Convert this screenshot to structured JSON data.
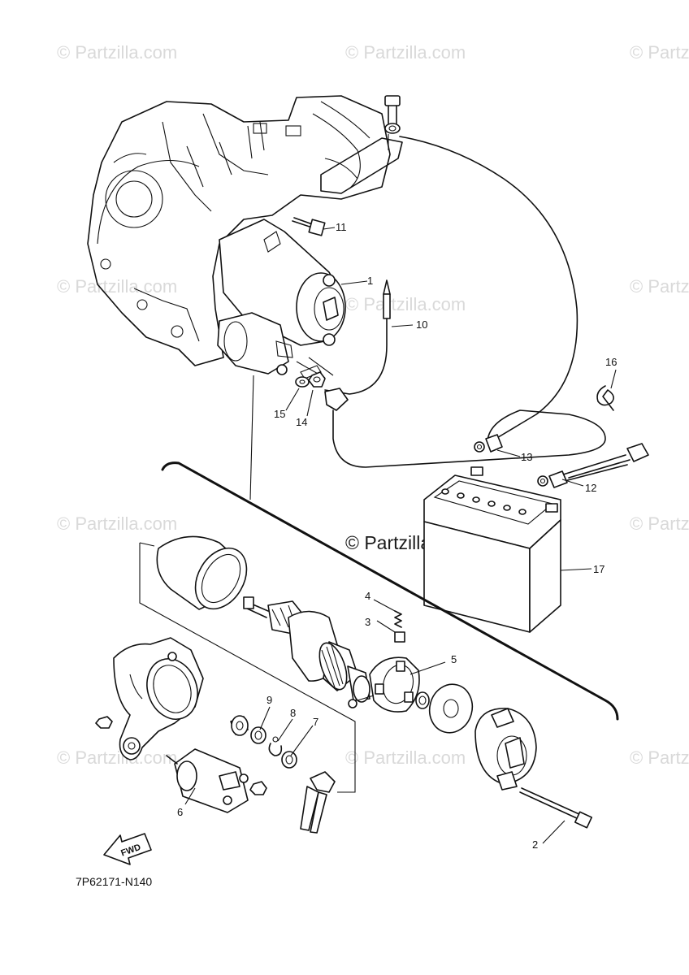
{
  "watermarks": {
    "corner": "© Partzilla.com",
    "center": "© Partzilla.com"
  },
  "diagram_code": "7P62171-N140",
  "direction_label": "FWD",
  "callouts": [
    "1",
    "2",
    "3",
    "4",
    "5",
    "6",
    "7",
    "8",
    "9",
    "10",
    "11",
    "12",
    "13",
    "14",
    "15",
    "16",
    "17"
  ]
}
